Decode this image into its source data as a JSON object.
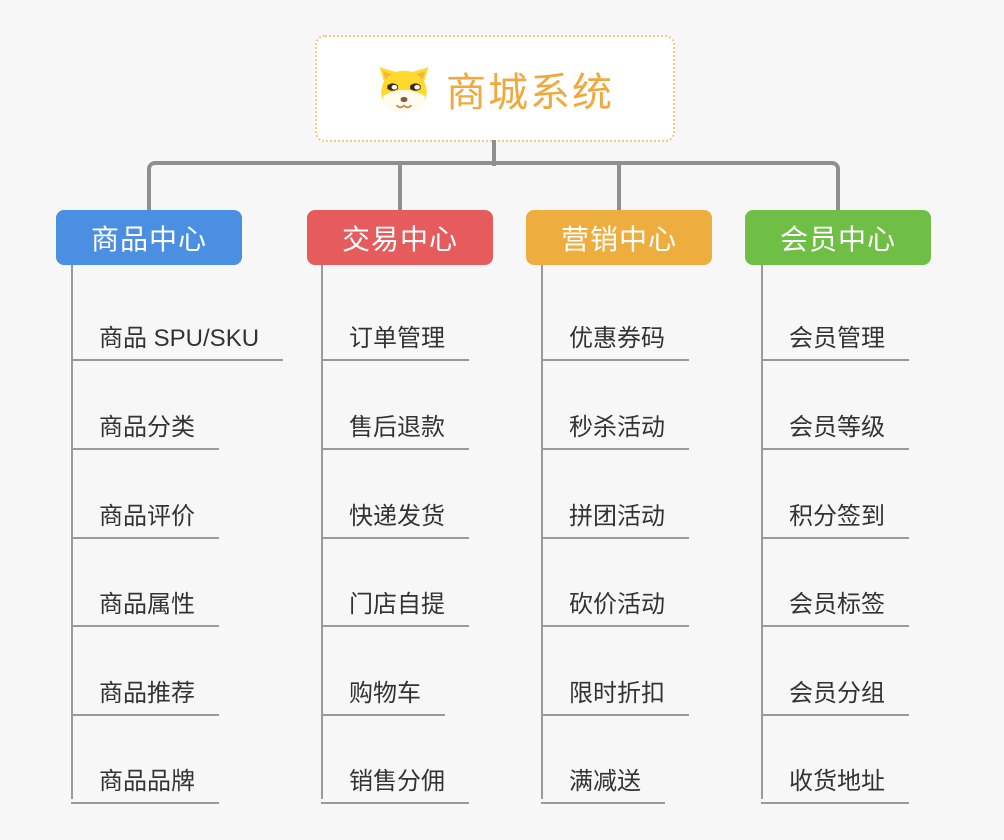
{
  "root": {
    "label": "商城系统",
    "icon": "dog-face-icon"
  },
  "branches": [
    {
      "key": "product-center",
      "label": "商品中心",
      "color": "#4b8fe2",
      "items": [
        "商品 SPU/SKU",
        "商品分类",
        "商品评价",
        "商品属性",
        "商品推荐",
        "商品品牌"
      ]
    },
    {
      "key": "trade-center",
      "label": "交易中心",
      "color": "#e65c5c",
      "items": [
        "订单管理",
        "售后退款",
        "快递发货",
        "门店自提",
        "购物车",
        "销售分佣"
      ]
    },
    {
      "key": "marketing-center",
      "label": "营销中心",
      "color": "#eeae3f",
      "items": [
        "优惠券码",
        "秒杀活动",
        "拼团活动",
        "砍价活动",
        "限时折扣",
        "满减送"
      ]
    },
    {
      "key": "member-center",
      "label": "会员中心",
      "color": "#6fbe45",
      "items": [
        "会员管理",
        "会员等级",
        "积分签到",
        "会员标签",
        "会员分组",
        "收货地址"
      ]
    }
  ],
  "colors": {
    "background": "#f7f7f7",
    "connector": "#8f8f8f",
    "trunk_underline": "#9a9a9a",
    "item_text": "#333333",
    "root_text": "#efa93f",
    "root_border": "#f7c87d"
  }
}
